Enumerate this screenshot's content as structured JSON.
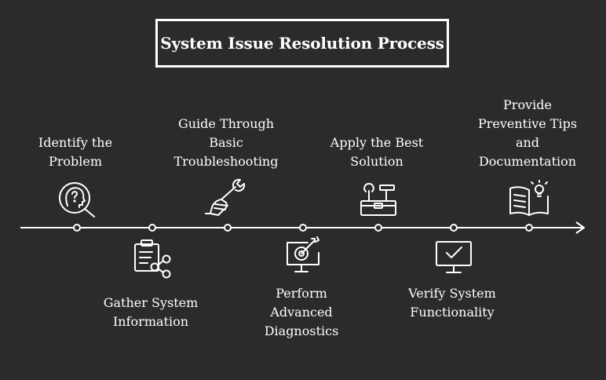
{
  "title": "System Issue Resolution Process",
  "colors": {
    "background": "#2b2b2b",
    "foreground": "#ffffff"
  },
  "steps": [
    {
      "label": "Identify the\nProblem",
      "icon": "magnifier-head-question-icon",
      "position": "above"
    },
    {
      "label": "Gather System\nInformation",
      "icon": "clipboard-share-icon",
      "position": "below"
    },
    {
      "label": "Guide Through\nBasic\nTroubleshooting",
      "icon": "wrench-hand-icon",
      "position": "above"
    },
    {
      "label": "Perform\nAdvanced\nDiagnostics",
      "icon": "monitor-target-icon",
      "position": "below"
    },
    {
      "label": "Apply the Best\nSolution",
      "icon": "toolbox-icon",
      "position": "above"
    },
    {
      "label": "Verify System\nFunctionality",
      "icon": "monitor-check-icon",
      "position": "below"
    },
    {
      "label": "Provide\nPreventive Tips\nand\nDocumentation",
      "icon": "book-lightbulb-icon",
      "position": "above"
    }
  ]
}
